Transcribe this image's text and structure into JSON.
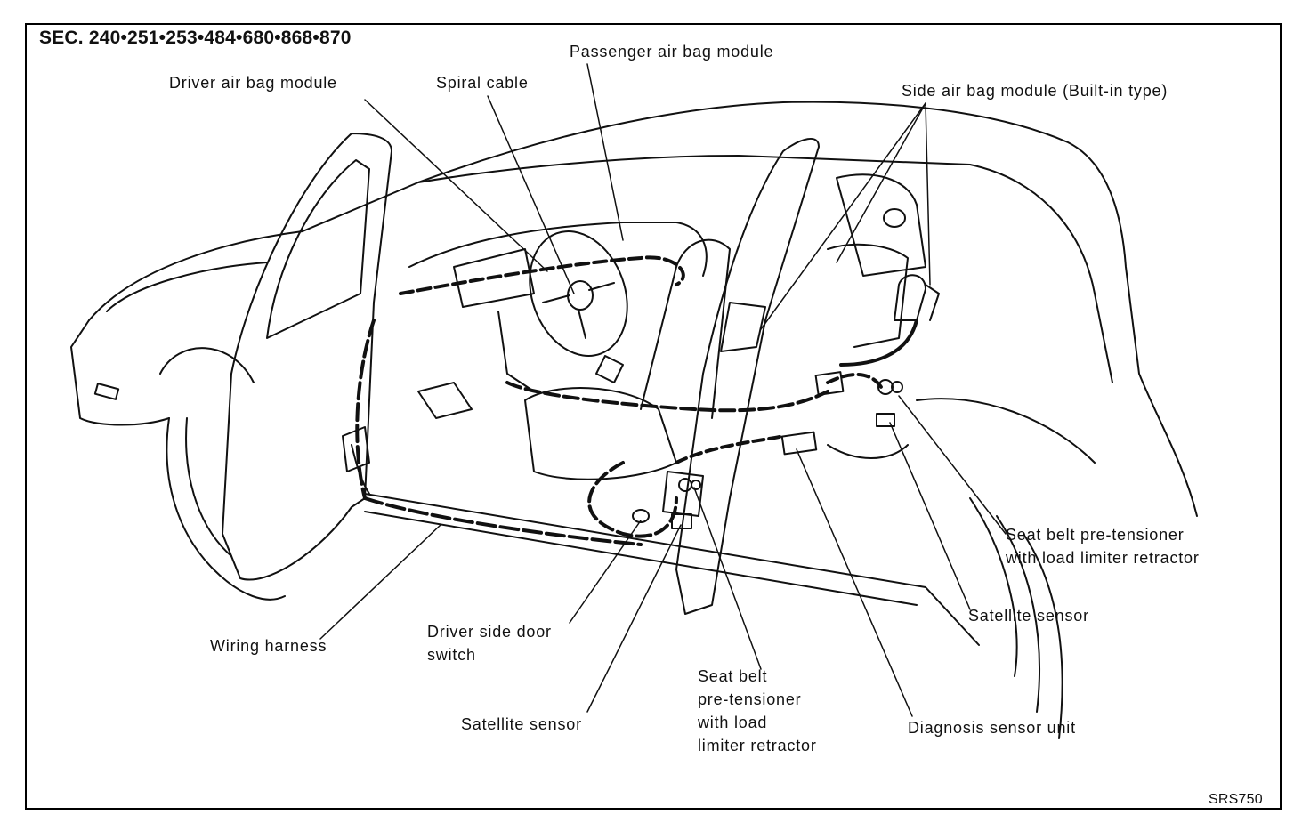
{
  "header": {
    "section_ref": "SEC. 240•251•253•484•680•868•870"
  },
  "labels": {
    "driver_air_bag_module": "Driver air bag module",
    "spiral_cable": "Spiral cable",
    "passenger_air_bag_module": "Passenger air bag module",
    "side_air_bag_module": "Side air bag module (Built-in type)",
    "seat_belt_pretensioner_rear": "Seat belt pre-tensioner\nwith load limiter retractor",
    "satellite_sensor_rear": "Satellite sensor",
    "wiring_harness": "Wiring harness",
    "driver_side_door_switch": "Driver side door\nswitch",
    "satellite_sensor_front": "Satellite sensor",
    "seat_belt_pretensioner_front": "Seat belt\npre-tensioner\nwith load\nlimiter retractor",
    "diagnosis_sensor_unit": "Diagnosis sensor unit"
  },
  "footer": {
    "figure_code": "SRS750"
  }
}
